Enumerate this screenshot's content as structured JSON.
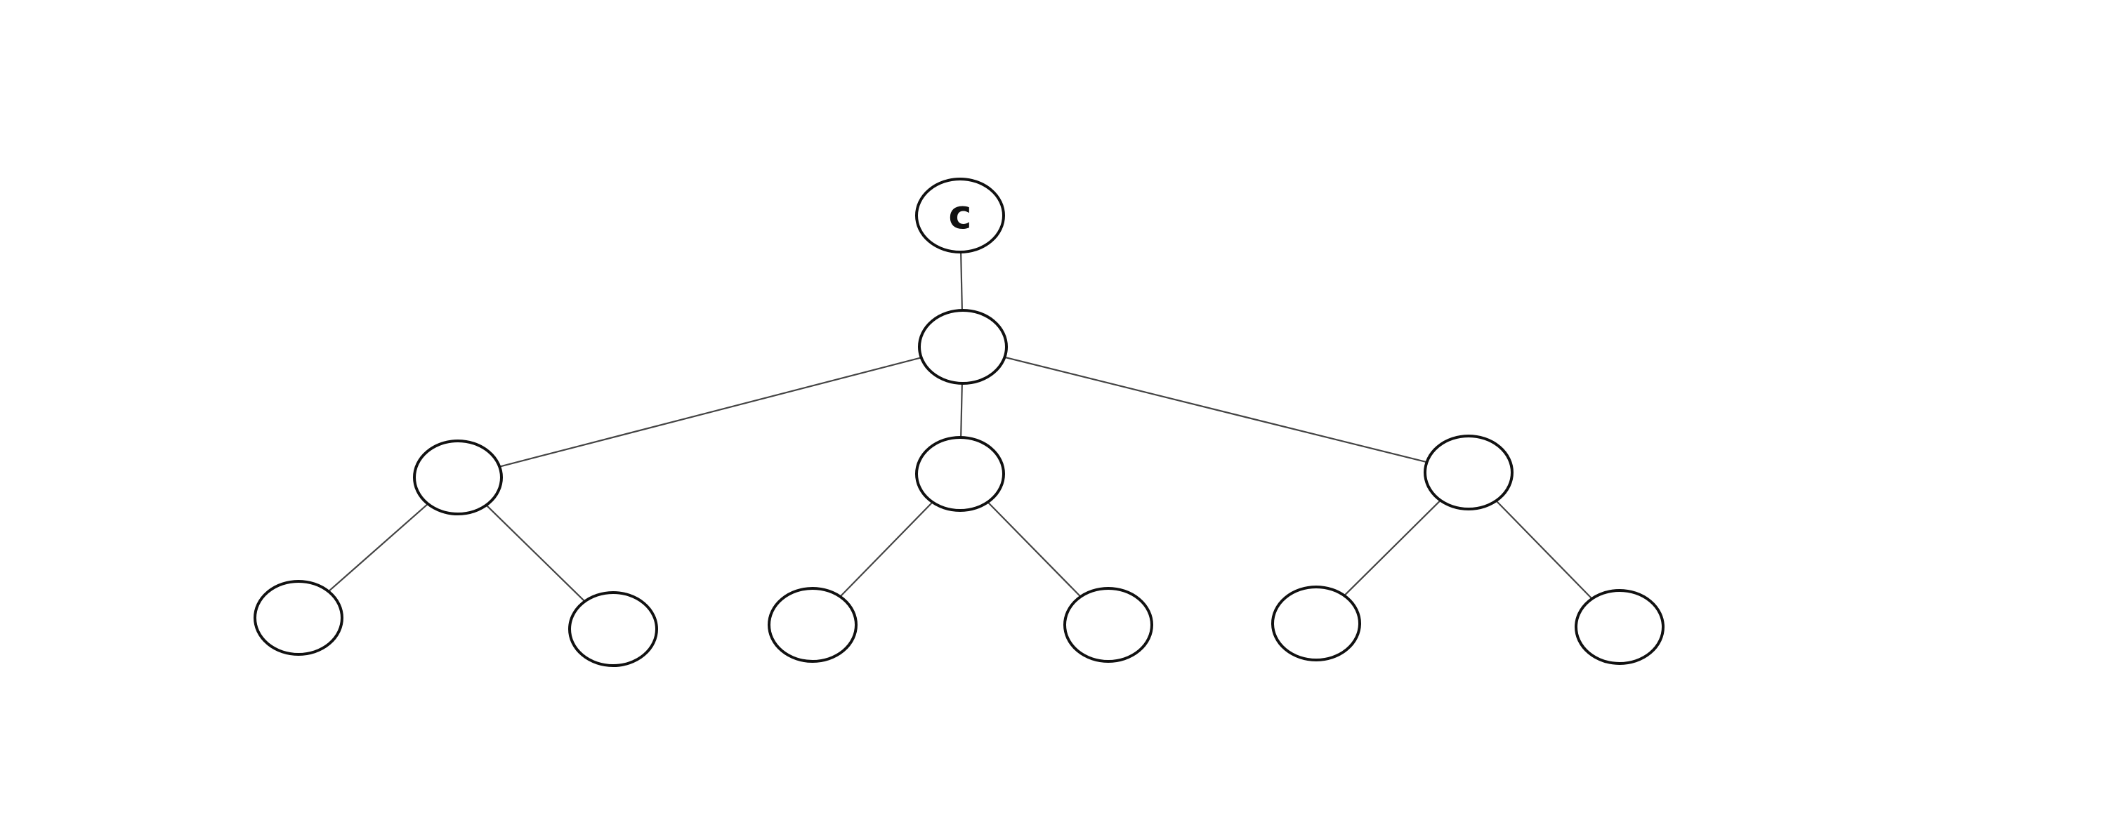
{
  "diagram": {
    "type": "tree",
    "nodes": [
      {
        "id": "root",
        "label": "c"
      },
      {
        "id": "hub",
        "label": ""
      },
      {
        "id": "left",
        "label": ""
      },
      {
        "id": "middle",
        "label": ""
      },
      {
        "id": "right",
        "label": ""
      },
      {
        "id": "left-a",
        "label": ""
      },
      {
        "id": "left-b",
        "label": ""
      },
      {
        "id": "middle-a",
        "label": ""
      },
      {
        "id": "middle-b",
        "label": ""
      },
      {
        "id": "right-a",
        "label": ""
      },
      {
        "id": "right-b",
        "label": ""
      }
    ],
    "edges": [
      {
        "from": "root",
        "to": "hub"
      },
      {
        "from": "hub",
        "to": "left"
      },
      {
        "from": "hub",
        "to": "middle"
      },
      {
        "from": "hub",
        "to": "right"
      },
      {
        "from": "left",
        "to": "left-a"
      },
      {
        "from": "left",
        "to": "left-b"
      },
      {
        "from": "middle",
        "to": "middle-a"
      },
      {
        "from": "middle",
        "to": "middle-b"
      },
      {
        "from": "right",
        "to": "right-a"
      },
      {
        "from": "right",
        "to": "right-b"
      }
    ]
  }
}
